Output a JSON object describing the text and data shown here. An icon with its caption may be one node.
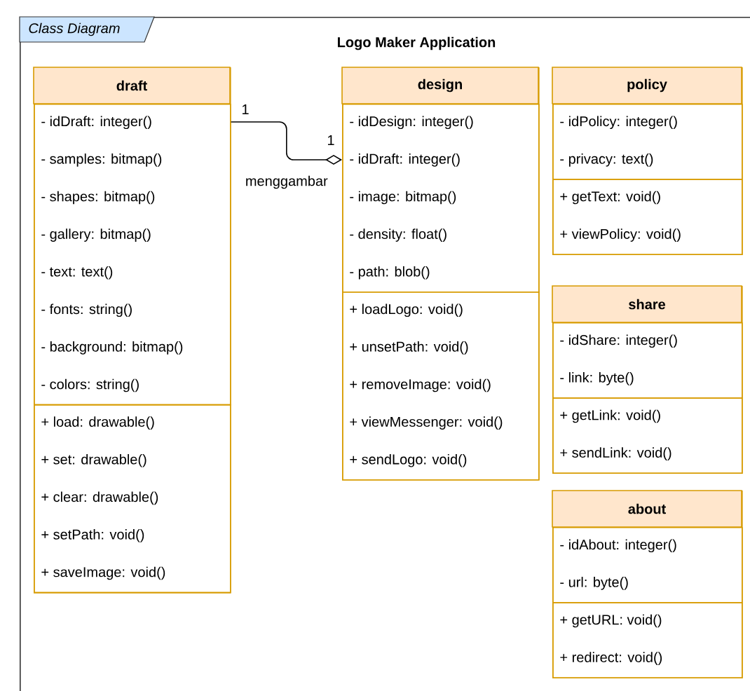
{
  "diagram": {
    "title": "Logo Maker Application",
    "nodes": [
      {
        "text": [
          "Class Diagram"
        ]
      },
      {
        "text": [
          "draft"
        ],
        "in": 0
      },
      {
        "text": [
          "- idDraft: integer()",
          "- samples: bitmap()",
          "- shapes: bitmap()",
          "- gallery: bitmap()",
          "- text: text()",
          "- fonts: string()",
          "- background: bitmap()",
          "- colors: string()"
        ],
        "in": 1
      },
      {
        "text": [
          "+ load: drawable()",
          "+ set: drawable()",
          "+ clear: drawable()",
          "+ setPath: void()",
          "+ saveImage: void()"
        ],
        "in": 1
      },
      {
        "text": [
          "design"
        ],
        "in": 0
      },
      {
        "text": [
          "- idDesign: integer()",
          "- idDraft: integer()",
          "- image: bitmap()",
          "- density: float()",
          "- path: blob()"
        ],
        "in": 4
      },
      {
        "text": [
          "+ loadLogo: void()",
          "+ unsetPath: void()",
          "+ removeImage: void()",
          "+ viewMessenger: void()",
          "+ sendLogo: void()"
        ],
        "in": 4
      },
      {
        "text": [
          "policy"
        ],
        "in": 0
      },
      {
        "text": [
          "- idPolicy: integer()",
          "- privacy: text()"
        ],
        "in": 7
      },
      {
        "text": [
          "+ getText: void()",
          "+ viewPolicy: void()"
        ],
        "in": 7
      },
      {
        "text": [
          "share"
        ],
        "in": 0
      },
      {
        "text": [
          "- idShare: integer()",
          "- link: byte()"
        ],
        "in": 10
      },
      {
        "text": [
          "+ getLink: void()",
          "+ sendLink: void()"
        ],
        "in": 10
      },
      {
        "text": [
          "about"
        ],
        "in": 0
      },
      {
        "text": [
          "- idAbout: integer()",
          "- url: byte()"
        ],
        "in": 13
      },
      {
        "text": [
          "+ getURL: void()",
          "+ redirect: void()"
        ],
        "in": 13
      }
    ],
    "edges": [
      {
        "from": 2,
        "to": 5,
        "arrow": "other",
        "label": "menggambar"
      }
    ],
    "labels": [
      "1",
      "1"
    ]
  }
}
